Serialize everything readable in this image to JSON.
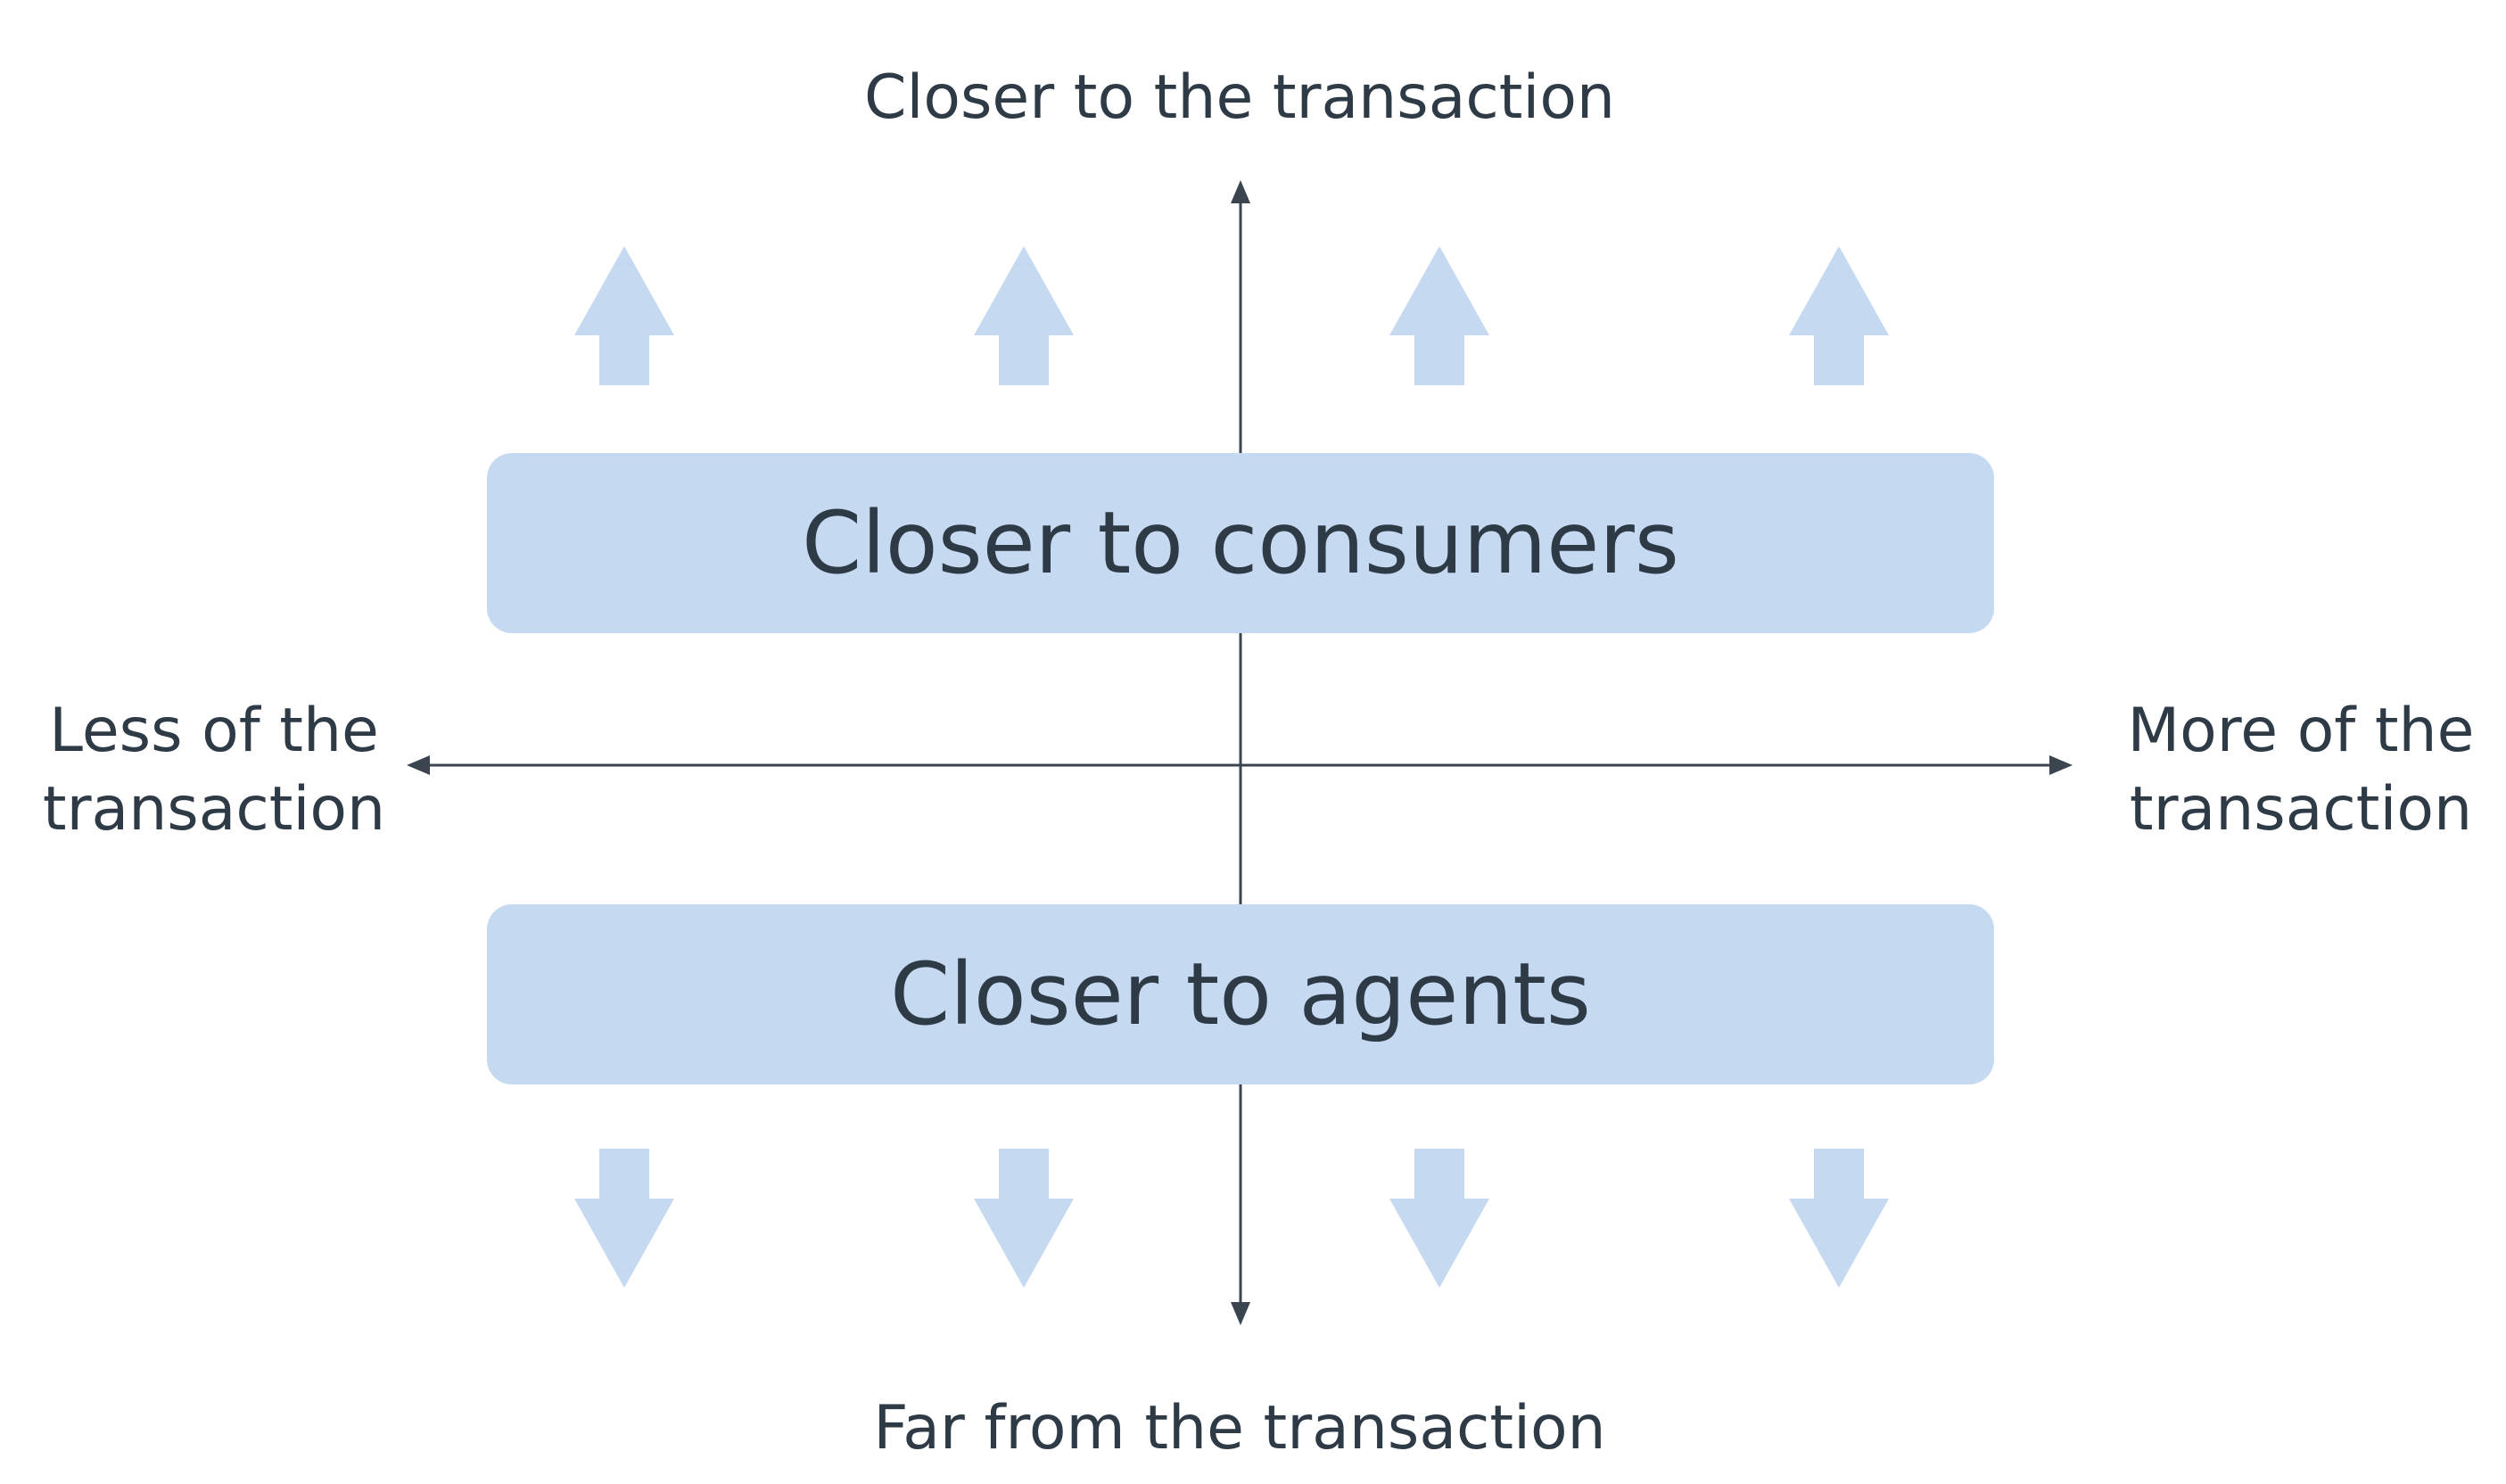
{
  "axes": {
    "top": "Closer to the transaction",
    "bottom": "Far from the transaction",
    "left": [
      "Less of the",
      "transaction"
    ],
    "right": [
      "More of the",
      "transaction"
    ]
  },
  "bands": {
    "upper": "Closer to consumers",
    "lower": "Closer to agents"
  },
  "arrows": {
    "upper_direction": "up",
    "lower_direction": "down",
    "count_per_row": 4,
    "color": "#c5d9f0"
  },
  "colors": {
    "band_fill": "#c5d9f0",
    "axis_line": "#3a4550",
    "text": "#2e3b47",
    "background": "#ffffff"
  }
}
